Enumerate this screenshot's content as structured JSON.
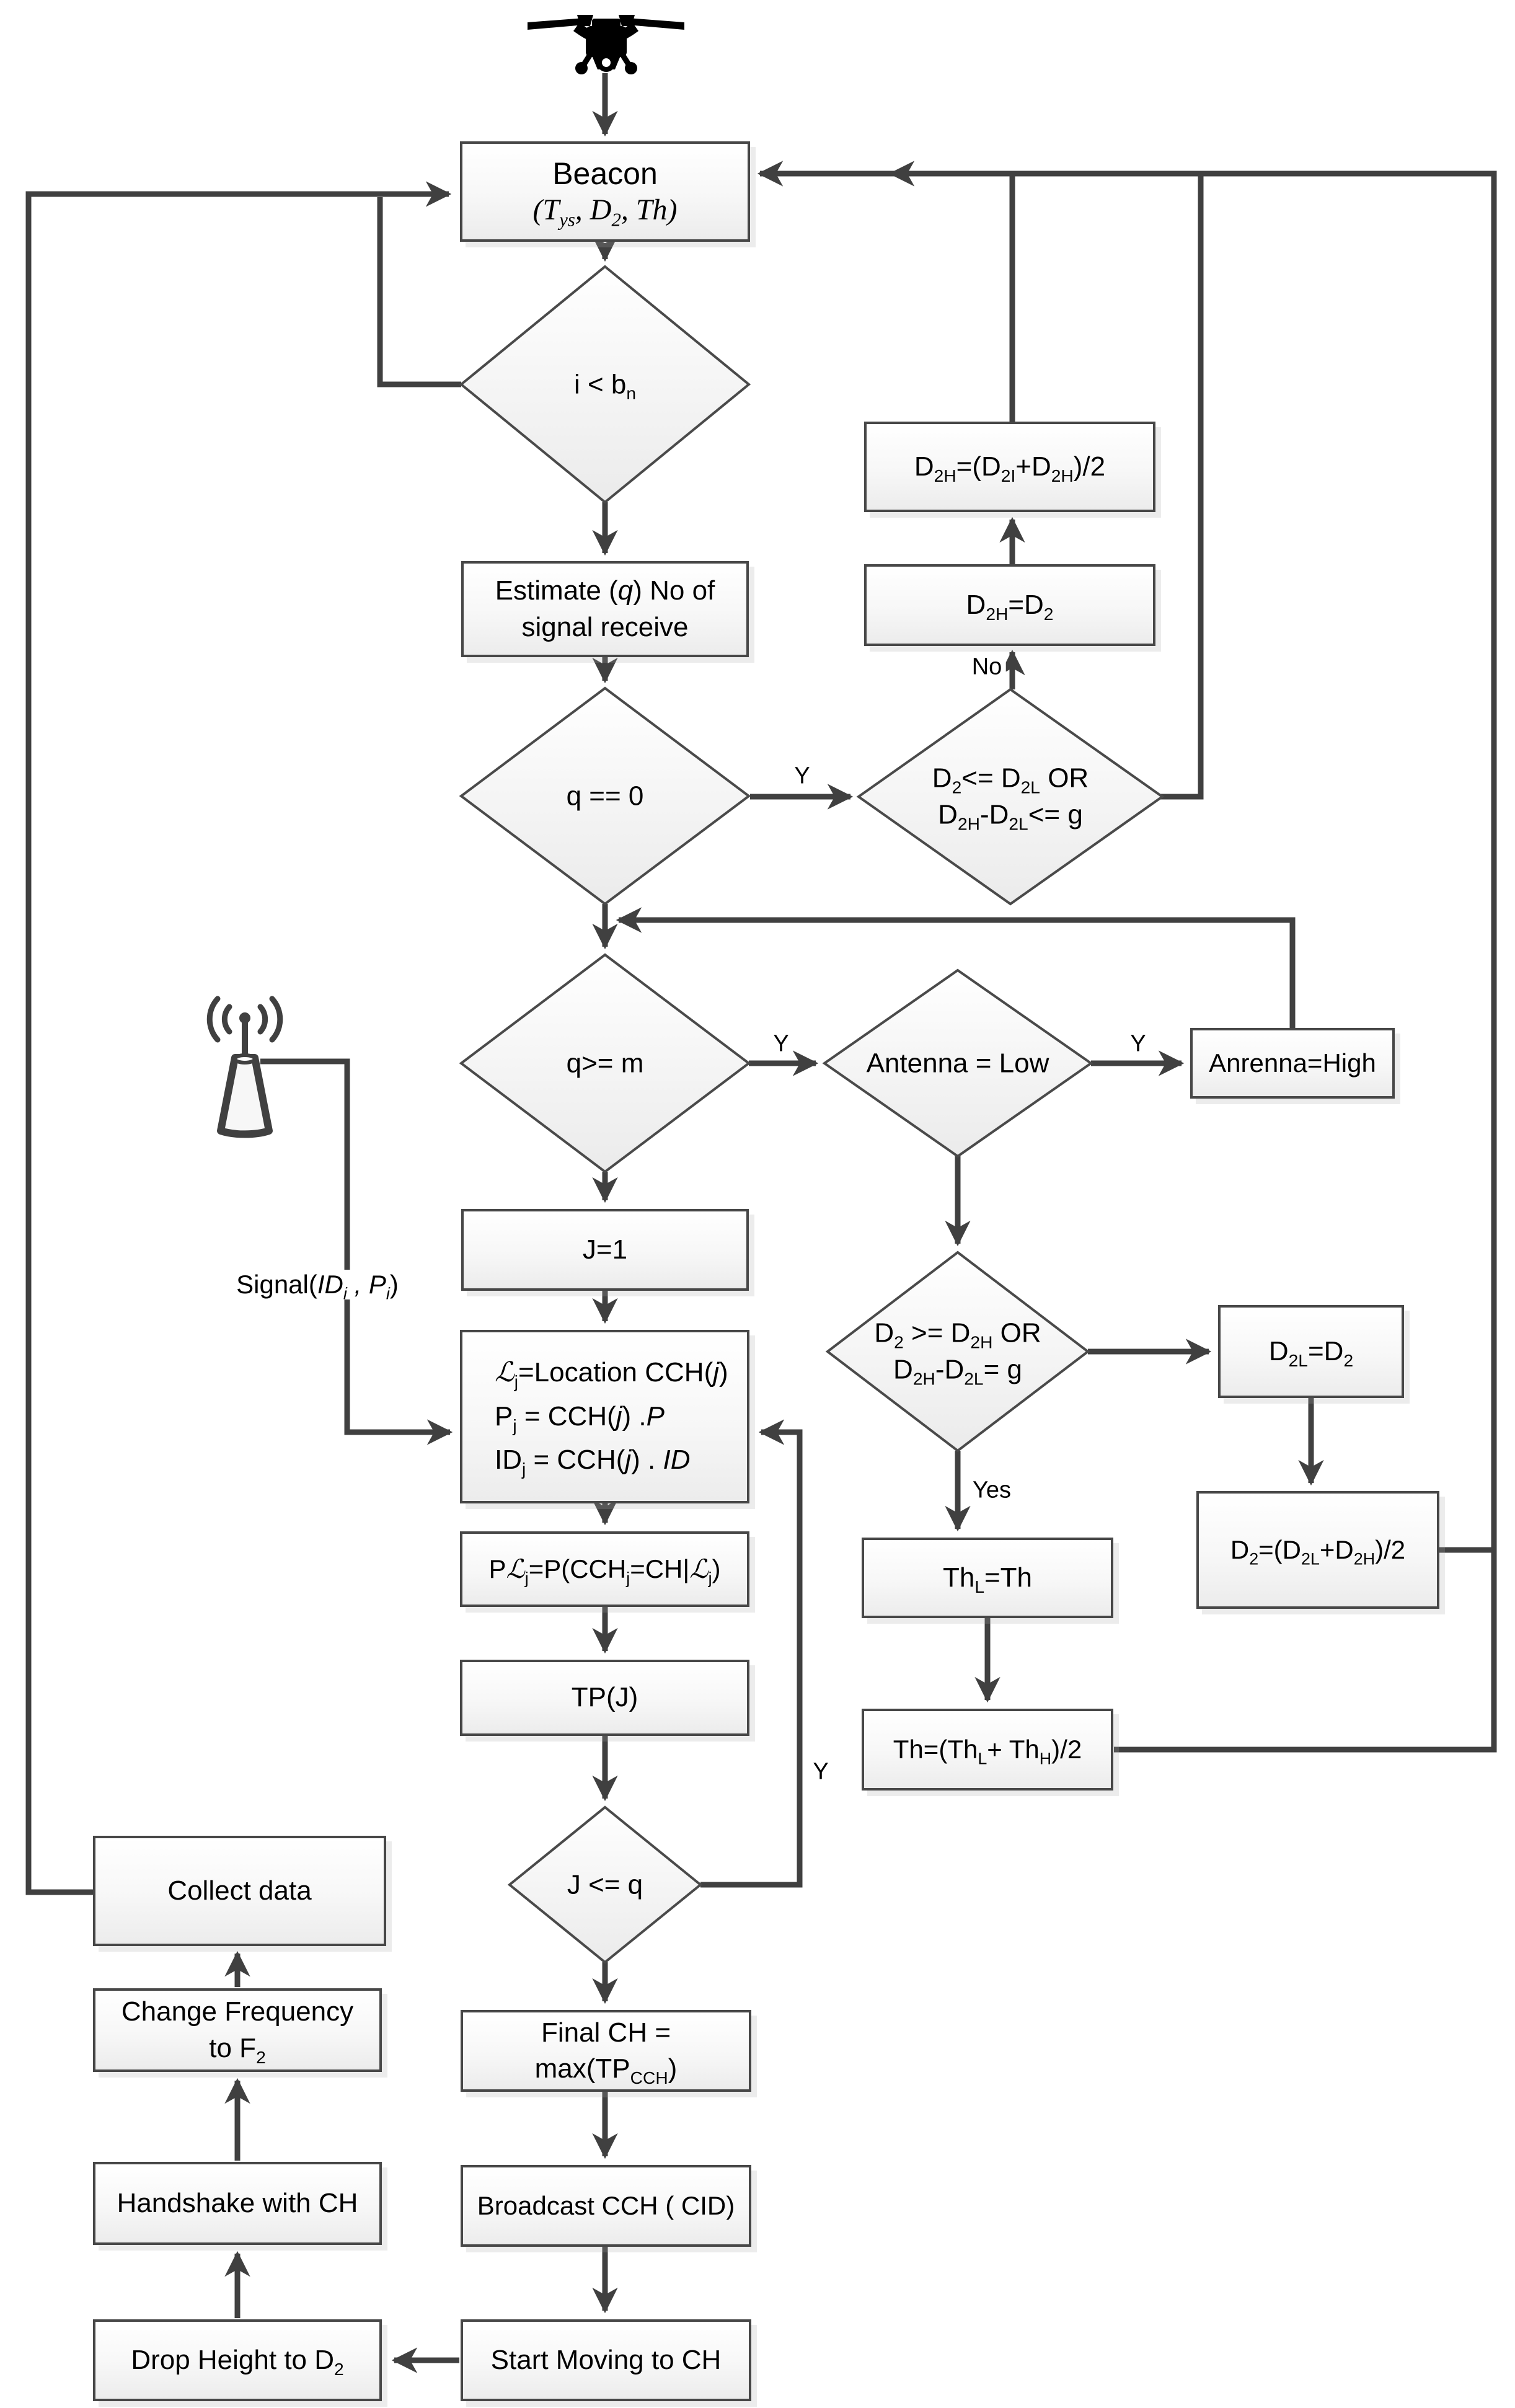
{
  "nodes": {
    "beacon": {
      "title": "Beacon",
      "params": "(<i>T<sub>ys</sub>, D<sub>2</sub>, Th</i>)"
    },
    "i_lt_bn": {
      "label": "i &lt; b<sub>n</sub>"
    },
    "estimate": {
      "line1": "Estimate (<i>q</i>) No of",
      "line2": "signal receive"
    },
    "q_eq_0": {
      "label": "q == 0"
    },
    "d2h_update": {
      "label": "D<sub>2H</sub>=(D<sub>2I</sub>+D<sub>2H</sub>)/2"
    },
    "d2h_assign": {
      "label": "D<sub>2H</sub>=D<sub>2</sub>"
    },
    "d2_low_check": {
      "line1": "D<sub>2</sub>&lt;= D<sub>2L</sub> OR",
      "line2": "D<sub>2H</sub>-D<sub>2L</sub>&lt;= g"
    },
    "q_ge_m": {
      "label": "q&gt;= m"
    },
    "antenna_low": {
      "label": "Antenna = Low"
    },
    "antenna_high": {
      "label": "Anrenna=High"
    },
    "j_init": {
      "label": "J=1"
    },
    "cch_lookup": {
      "line1": "<i>&#8466;</i><sub>j</sub>=Location CCH(<i>j</i>)",
      "line2": "P<sub>j</sub> = CCH(<i>j</i>) .<i>P</i>",
      "line3": "ID<sub>j</sub> = CCH(<i>j</i>) . <i>ID</i>"
    },
    "probability": {
      "label": "P<i>&#8466;</i><sub>j</sub>=P(CCH<sub>j</sub>=CH|<i>&#8466;</i><sub>j</sub>)"
    },
    "tp": {
      "label": "TP(J)"
    },
    "j_le_q": {
      "label": "J &lt;= q"
    },
    "d2_high_check": {
      "line1": "D<sub>2</sub> &gt;= D<sub>2H</sub> OR",
      "line2": "D<sub>2H</sub>-D<sub>2L</sub>= g"
    },
    "d2l_assign": {
      "label": "D<sub>2L</sub>=D<sub>2</sub>"
    },
    "d2_update": {
      "label": "D<sub>2</sub>=(D<sub>2L</sub>+D<sub>2H</sub>)/2"
    },
    "thl_assign": {
      "label": "Th<sub>L</sub>=Th"
    },
    "th_update": {
      "label": "Th=(Th<sub>L</sub>+ Th<sub>H</sub>)/2"
    },
    "final_ch": {
      "line1": "Final CH =",
      "line2": "max(TP<sub>CCH</sub>)"
    },
    "broadcast": {
      "label": "Broadcast CCH ( CID)"
    },
    "start_moving": {
      "label": "Start Moving to CH"
    },
    "drop_height": {
      "label": "Drop Height to D<sub>2</sub>"
    },
    "handshake": {
      "label": "Handshake with CH"
    },
    "change_frequency": {
      "line1": "Change Frequency",
      "line2": "to F<sub>2</sub>"
    },
    "collect_data": {
      "label": "Collect data"
    }
  },
  "edge_labels": {
    "q0_yes": "Y",
    "qm_yes": "Y",
    "antenna_yes": "Y",
    "loop_yes": "Y",
    "d2_low_no": "No",
    "d2_high_yes": "Yes"
  },
  "annotations": {
    "signal": "Signal(<i>ID<sub>i</sub> , P<sub>i</sub></i>)"
  },
  "icons": {
    "top": "quadcopter-drone",
    "signal_source": "radio-antenna-tower"
  },
  "colors": {
    "line": "#404040",
    "box_border": "#474747",
    "box_fill_top": "#ffffff",
    "box_fill_bottom": "#ececec",
    "text": "#000000"
  }
}
